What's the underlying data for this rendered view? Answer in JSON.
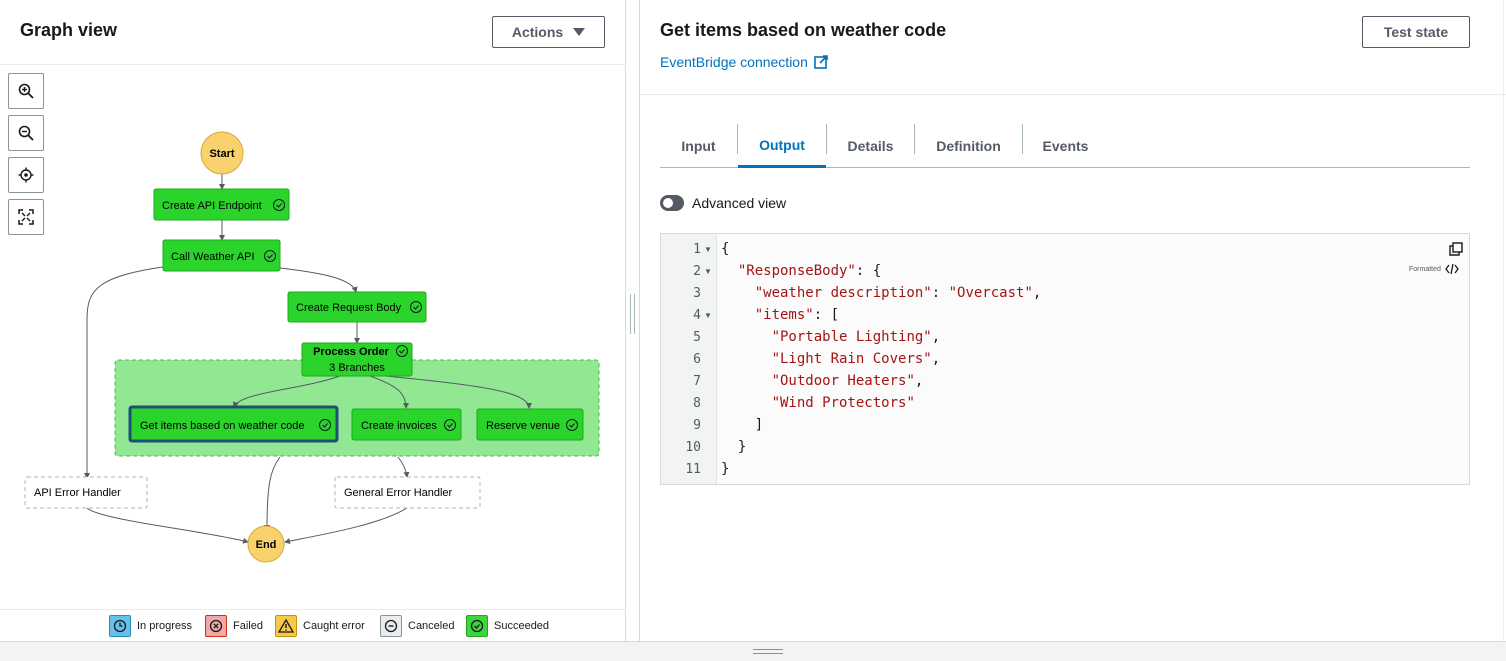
{
  "graph_panel": {
    "title": "Graph view",
    "actions_label": "Actions",
    "zoom_controls": [
      "zoom-in-icon",
      "zoom-out-icon",
      "center-icon",
      "fit-screen-icon"
    ],
    "nodes": {
      "start": "Start",
      "create_api_endpoint": "Create API Endpoint",
      "call_weather_api": "Call Weather API",
      "create_request_body": "Create Request Body",
      "process_order": "Process Order",
      "process_order_sub": "3 Branches",
      "get_items": "Get items based on weather code",
      "create_invoices": "Create invoices",
      "reserve_venue": "Reserve venue",
      "api_error_handler": "API Error Handler",
      "general_error_handler": "General Error Handler",
      "end": "End"
    },
    "legend": [
      {
        "label": "In progress",
        "color": "#66c1ea",
        "icon": "clock-icon"
      },
      {
        "label": "Failed",
        "color": "#f0a8a8",
        "icon": "x-icon"
      },
      {
        "label": "Caught error",
        "color": "#f7c948",
        "icon": "warning-icon"
      },
      {
        "label": "Canceled",
        "color": "#eaeded",
        "icon": "minus-icon"
      },
      {
        "label": "Succeeded",
        "color": "#3ed63e",
        "icon": "check-icon"
      }
    ],
    "colors": {
      "succeeded": "#2bd42b",
      "group": "#92e892",
      "selected": "#1d4f76",
      "start_end": "#f9d26d"
    }
  },
  "detail_panel": {
    "title": "Get items based on weather code",
    "link": "EventBridge connection",
    "test_button": "Test state",
    "tabs": [
      "Input",
      "Output",
      "Details",
      "Definition",
      "Events"
    ],
    "active_tab": "Output",
    "advanced_view_label": "Advanced view",
    "formatted_label": "Formatted",
    "code_line_numbers": [
      "1",
      "2",
      "3",
      "4",
      "5",
      "6",
      "7",
      "8",
      "9",
      "10",
      "11"
    ],
    "code": {
      "l1": "{",
      "l2_key": "\"ResponseBody\"",
      "l2_rest": ": {",
      "l3_key": "\"weather description\"",
      "l3_sep": ": ",
      "l3_val": "\"Overcast\"",
      "l3_end": ",",
      "l4_key": "\"items\"",
      "l4_rest": ": [",
      "l5": "\"Portable Lighting\"",
      "l6": "\"Light Rain Covers\"",
      "l7": "\"Outdoor Heaters\"",
      "l8": "\"Wind Protectors\"",
      "comma": ",",
      "l9": "]",
      "l10": "}",
      "l11": "}"
    }
  }
}
